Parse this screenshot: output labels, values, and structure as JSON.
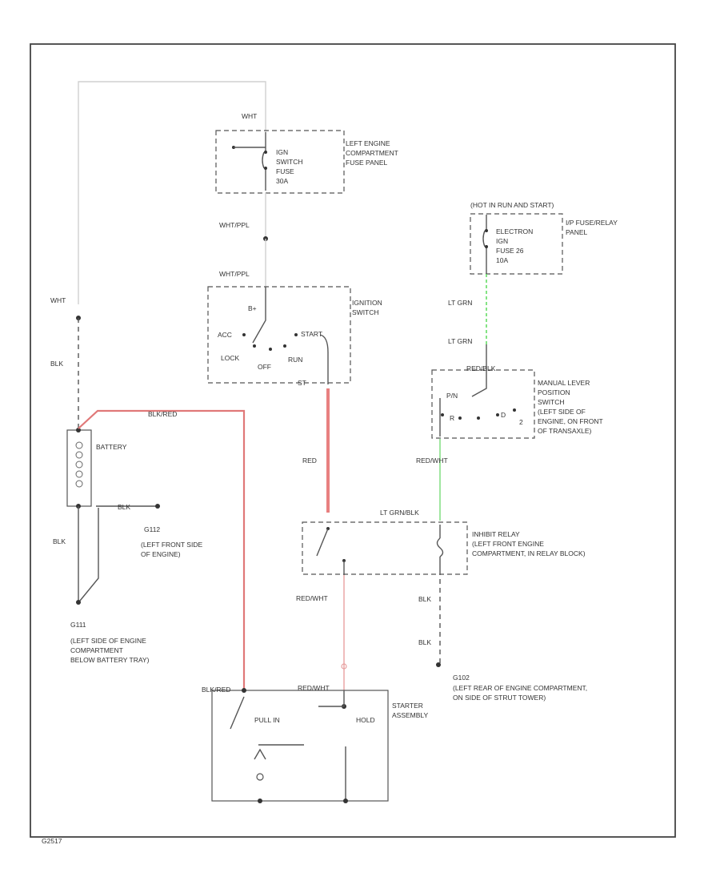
{
  "fuse_panel_left": {
    "feed_color": "WHT",
    "label_lines": [
      "LEFT ENGINE",
      "COMPARTMENT",
      "FUSE PANEL"
    ],
    "fuse_lines": [
      "IGN",
      "SWITCH",
      "FUSE",
      "30A"
    ]
  },
  "ignition_switch": {
    "wire_in": "WHT/PPL",
    "wire_in2": "WHT/PPL",
    "label_lines": [
      "IGNITION",
      "SWITCH"
    ],
    "positions": {
      "start": "START",
      "acc": "ACC",
      "lock": "LOCK",
      "off": "OFF",
      "run": "RUN"
    },
    "output_terminal": "ST",
    "bat": "B+"
  },
  "battery": {
    "label": "BATTERY",
    "top_wire": "WHT",
    "neg_wire": "BLK",
    "ground_wire": "BLK",
    "pos_cable": "BLK/RED",
    "ground_strap": "BLK"
  },
  "ground_g112": {
    "id": "G112",
    "label_lines": [
      "(LEFT FRONT SIDE",
      "OF ENGINE)"
    ]
  },
  "ground_g111": {
    "id": "G111",
    "label_lines": [
      "(LEFT SIDE OF ENGINE",
      "COMPARTMENT",
      "BELOW BATTERY TRAY)"
    ]
  },
  "fuse_panel_ip": {
    "header": "(HOT IN RUN AND START)",
    "label_lines": [
      "I/P FUSE/RELAY",
      "PANEL"
    ],
    "fuse_lines": [
      "ELECTRON",
      "IGN",
      "FUSE 26",
      "10A"
    ]
  },
  "wires": {
    "lt_grn_1": "LT GRN",
    "lt_grn_2": "LT GRN",
    "red": "RED",
    "red_wht": "RED/WHT",
    "red_wht_2": "RED/WHT",
    "red_blk": "RED/BLK",
    "lt_grn_blk": "LT GRN/BLK",
    "blk_1": "BLK",
    "blk_2": "BLK",
    "blk_red_starter": "BLK/RED"
  },
  "manual_lever_switch": {
    "label_lines": [
      "MANUAL LEVER",
      "POSITION",
      "SWITCH",
      "(LEFT SIDE OF",
      "ENGINE, ON FRONT",
      "OF TRANSAXLE)"
    ],
    "positions": {
      "p": "P/N",
      "r": "R",
      "d": "D",
      "two": "2"
    }
  },
  "inhibit_relay": {
    "label_lines": [
      "INHIBIT RELAY",
      "(LEFT FRONT ENGINE",
      "COMPARTMENT, IN RELAY BLOCK)"
    ]
  },
  "ground_g102": {
    "id": "G102",
    "label_lines": [
      "(LEFT REAR OF ENGINE COMPARTMENT,",
      "ON SIDE OF STRUT TOWER)"
    ]
  },
  "starter": {
    "label_lines": [
      "STARTER",
      "ASSEMBLY"
    ],
    "pull_in": "PULL IN",
    "hold": "HOLD"
  },
  "footer_code": "G2517"
}
